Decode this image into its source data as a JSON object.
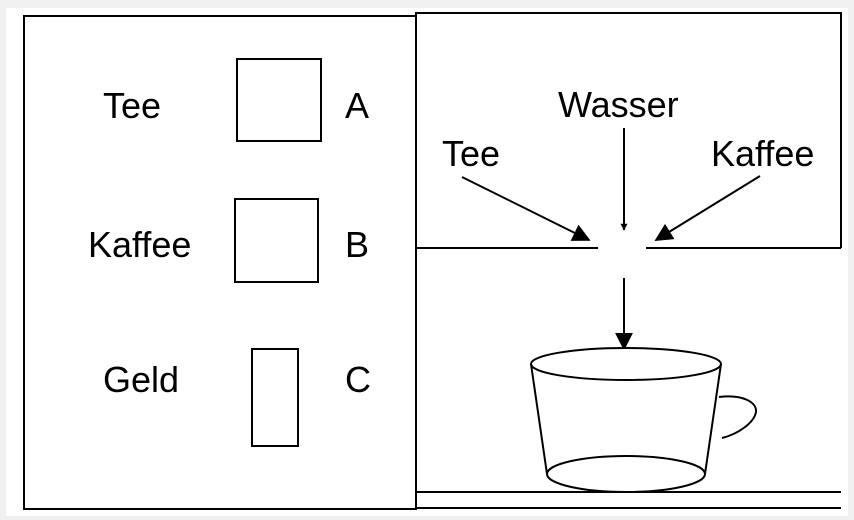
{
  "panel": {
    "buttons": [
      {
        "item": "Tee",
        "letter": "A"
      },
      {
        "item": "Kaffee",
        "letter": "B"
      },
      {
        "item": "Geld",
        "letter": "C"
      }
    ]
  },
  "machine": {
    "water_label": "Wasser",
    "tea_label": "Tee",
    "coffee_label": "Kaffee"
  }
}
